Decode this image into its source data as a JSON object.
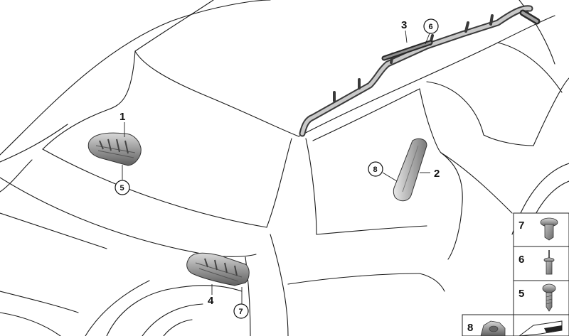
{
  "callouts": {
    "c1": "1",
    "c2": "2",
    "c3": "3",
    "c4": "4",
    "c5": "5",
    "c6": "6",
    "c7": "7",
    "c8": "8"
  },
  "legend": {
    "items": [
      "7",
      "6",
      "5"
    ],
    "bottom": "8"
  }
}
